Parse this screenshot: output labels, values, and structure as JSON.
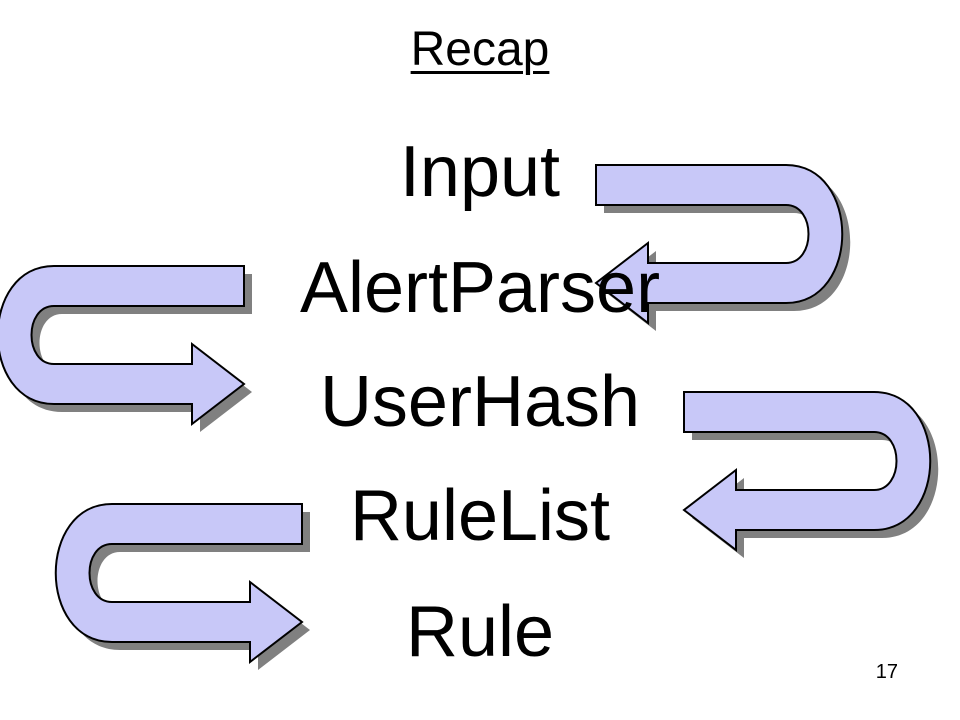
{
  "slide": {
    "title": "Recap",
    "page_number": "17"
  },
  "flow": {
    "steps": [
      "Input",
      "AlertParser",
      "UserHash",
      "RuleList",
      "Rule"
    ]
  },
  "colors": {
    "arrow_fill": "#c8c8f8",
    "arrow_stroke": "#000000",
    "arrow_shadow": "#808080",
    "text": "#000000"
  }
}
